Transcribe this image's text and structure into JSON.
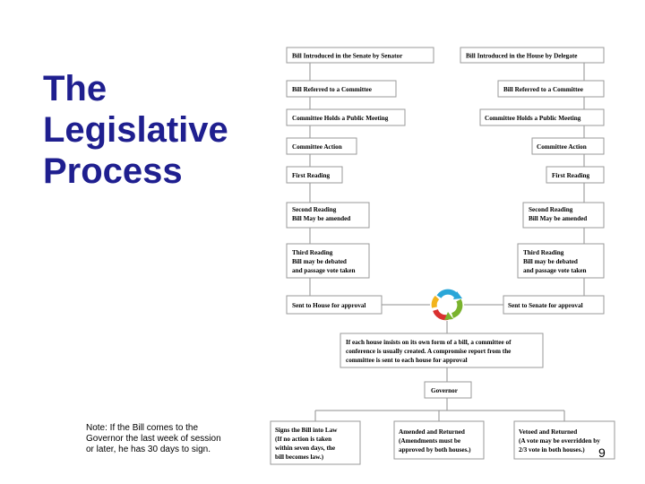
{
  "title_lines": [
    "The",
    "Legislative",
    "Process"
  ],
  "note": "Note: If the Bill comes to the Governor the last week of session or later, he has 30 days to sign.",
  "page_number": "9",
  "icon": "cycle-arrows-icon",
  "colors": {
    "title": "#1f1f8f"
  },
  "flow": {
    "senate": {
      "introduced": "Bill Introduced in the Senate by Senator",
      "referred": "Bill Referred to a Committee",
      "hearing": "Committee Holds a Public Meeting",
      "action": "Committee Action",
      "first_reading": "First Reading",
      "second_reading": [
        "Second Reading",
        "Bill May be amended"
      ],
      "third_reading": [
        "Third Reading",
        "Bill may be debated",
        "and passage vote taken"
      ],
      "sent": "Sent to House for approval"
    },
    "house": {
      "introduced": "Bill Introduced in the House by Delegate",
      "referred": "Bill Referred to a Committee",
      "hearing": "Committee Holds a Public Meeting",
      "action": "Committee Action",
      "first_reading": "First Reading",
      "second_reading": [
        "Second Reading",
        "Bill May be amended"
      ],
      "third_reading": [
        "Third Reading",
        "Bill may be debated",
        "and passage vote taken"
      ],
      "sent": "Sent to Senate for approval"
    },
    "conference": [
      "If each house insists on its own form of a bill, a committee of",
      "conference is usually created.  A compromise report from the",
      "committee is sent to each house for approval"
    ],
    "governor": "Governor",
    "outcomes": {
      "sign": [
        "Signs the Bill into Law",
        "(If no action is taken",
        "within seven days, the",
        "bill becomes law.)"
      ],
      "amend": [
        "Amended and Returned",
        "(Amendments must be",
        "approved by both houses.)"
      ],
      "veto": [
        "Vetoed and Returned",
        "(A vote may be overridden by",
        "2/3 vote in both houses.)"
      ]
    }
  }
}
